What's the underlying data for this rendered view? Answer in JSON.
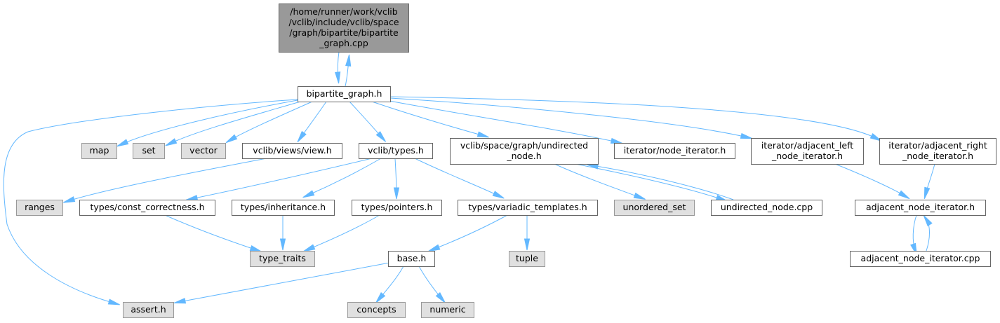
{
  "colors": {
    "edge": "#63b8ff",
    "root_fill": "#999999",
    "root_stroke": "#666666",
    "node_fill": "#ffffff",
    "node_stroke": "#666666",
    "external_fill": "#e0e0e0",
    "external_stroke": "#999999"
  },
  "nodes": [
    {
      "id": "root",
      "kind": "root",
      "lines": [
        "/home/runner/work/vclib",
        "/vclib/include/vclib/space",
        "/graph/bipartite/bipartite",
        "_graph.cpp"
      ]
    },
    {
      "id": "bipartite_graph_h",
      "kind": "file",
      "lines": [
        "bipartite_graph.h"
      ]
    },
    {
      "id": "map",
      "kind": "external",
      "lines": [
        "map"
      ]
    },
    {
      "id": "set",
      "kind": "external",
      "lines": [
        "set"
      ]
    },
    {
      "id": "vector",
      "kind": "external",
      "lines": [
        "vector"
      ]
    },
    {
      "id": "views_view_h",
      "kind": "file",
      "lines": [
        "vclib/views/view.h"
      ]
    },
    {
      "id": "types_h",
      "kind": "file",
      "lines": [
        "vclib/types.h"
      ]
    },
    {
      "id": "undirected_node_h",
      "kind": "file",
      "lines": [
        "vclib/space/graph/undirected",
        "_node.h"
      ]
    },
    {
      "id": "node_iterator_h",
      "kind": "file",
      "lines": [
        "iterator/node_iterator.h"
      ]
    },
    {
      "id": "adj_left_h",
      "kind": "file",
      "lines": [
        "iterator/adjacent_left",
        "_node_iterator.h"
      ]
    },
    {
      "id": "adj_right_h",
      "kind": "file",
      "lines": [
        "iterator/adjacent_right",
        "_node_iterator.h"
      ]
    },
    {
      "id": "ranges",
      "kind": "external",
      "lines": [
        "ranges"
      ]
    },
    {
      "id": "const_correctness_h",
      "kind": "file",
      "lines": [
        "types/const_correctness.h"
      ]
    },
    {
      "id": "inheritance_h",
      "kind": "file",
      "lines": [
        "types/inheritance.h"
      ]
    },
    {
      "id": "pointers_h",
      "kind": "file",
      "lines": [
        "types/pointers.h"
      ]
    },
    {
      "id": "variadic_templates_h",
      "kind": "file",
      "lines": [
        "types/variadic_templates.h"
      ]
    },
    {
      "id": "unordered_set",
      "kind": "external",
      "lines": [
        "unordered_set"
      ]
    },
    {
      "id": "undirected_node_cpp",
      "kind": "file",
      "lines": [
        "undirected_node.cpp"
      ]
    },
    {
      "id": "adj_node_iterator_h",
      "kind": "file",
      "lines": [
        "adjacent_node_iterator.h"
      ]
    },
    {
      "id": "type_traits",
      "kind": "external",
      "lines": [
        "type_traits"
      ]
    },
    {
      "id": "base_h",
      "kind": "file",
      "lines": [
        "base.h"
      ]
    },
    {
      "id": "tuple",
      "kind": "external",
      "lines": [
        "tuple"
      ]
    },
    {
      "id": "adj_node_iterator_cpp",
      "kind": "file",
      "lines": [
        "adjacent_node_iterator.cpp"
      ]
    },
    {
      "id": "assert_h",
      "kind": "external",
      "lines": [
        "assert.h"
      ]
    },
    {
      "id": "concepts",
      "kind": "external",
      "lines": [
        "concepts"
      ]
    },
    {
      "id": "numeric",
      "kind": "external",
      "lines": [
        "numeric"
      ]
    }
  ],
  "edges": [
    {
      "from": "root",
      "to": "bipartite_graph_h"
    },
    {
      "from": "bipartite_graph_h",
      "to": "root"
    },
    {
      "from": "bipartite_graph_h",
      "to": "assert_h"
    },
    {
      "from": "bipartite_graph_h",
      "to": "map"
    },
    {
      "from": "bipartite_graph_h",
      "to": "set"
    },
    {
      "from": "bipartite_graph_h",
      "to": "vector"
    },
    {
      "from": "bipartite_graph_h",
      "to": "views_view_h"
    },
    {
      "from": "bipartite_graph_h",
      "to": "types_h"
    },
    {
      "from": "bipartite_graph_h",
      "to": "undirected_node_h"
    },
    {
      "from": "bipartite_graph_h",
      "to": "node_iterator_h"
    },
    {
      "from": "bipartite_graph_h",
      "to": "adj_left_h"
    },
    {
      "from": "bipartite_graph_h",
      "to": "adj_right_h"
    },
    {
      "from": "views_view_h",
      "to": "ranges"
    },
    {
      "from": "types_h",
      "to": "const_correctness_h"
    },
    {
      "from": "types_h",
      "to": "inheritance_h"
    },
    {
      "from": "types_h",
      "to": "pointers_h"
    },
    {
      "from": "types_h",
      "to": "variadic_templates_h"
    },
    {
      "from": "undirected_node_h",
      "to": "unordered_set"
    },
    {
      "from": "undirected_node_h",
      "to": "undirected_node_cpp"
    },
    {
      "from": "undirected_node_cpp",
      "to": "undirected_node_h"
    },
    {
      "from": "adj_left_h",
      "to": "adj_node_iterator_h"
    },
    {
      "from": "adj_right_h",
      "to": "adj_node_iterator_h"
    },
    {
      "from": "const_correctness_h",
      "to": "type_traits"
    },
    {
      "from": "inheritance_h",
      "to": "type_traits"
    },
    {
      "from": "pointers_h",
      "to": "type_traits"
    },
    {
      "from": "variadic_templates_h",
      "to": "base_h"
    },
    {
      "from": "variadic_templates_h",
      "to": "tuple"
    },
    {
      "from": "adj_node_iterator_h",
      "to": "adj_node_iterator_cpp"
    },
    {
      "from": "adj_node_iterator_cpp",
      "to": "adj_node_iterator_h"
    },
    {
      "from": "base_h",
      "to": "assert_h"
    },
    {
      "from": "base_h",
      "to": "concepts"
    },
    {
      "from": "base_h",
      "to": "numeric"
    }
  ]
}
